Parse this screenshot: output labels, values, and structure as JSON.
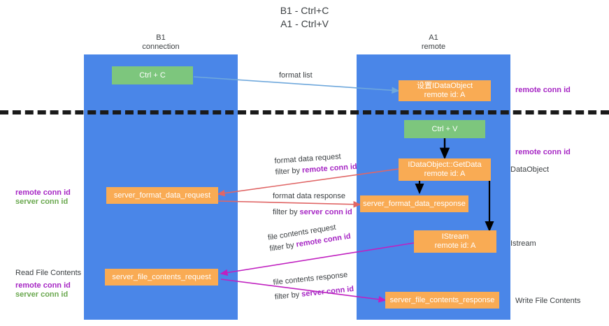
{
  "title": "B1 - Ctrl+C\nA1 - Ctrl+V",
  "columns": {
    "left": "B1\nconnection",
    "right": "A1\nremote"
  },
  "colors": {
    "lane": "#4a86e8",
    "green_box": "#7dc67d",
    "orange_box": "#f9ab54",
    "purple_text": "#a626c4",
    "green_text": "#6aa84f",
    "blue_arrow": "#6fa8dc",
    "red_arrow": "#e06666",
    "magenta_arrow": "#c020c0",
    "black_arrow": "#000000",
    "divider": "#1a1a1a"
  },
  "boxes": {
    "ctrl_c": "Ctrl + C",
    "ctrl_v": "Ctrl + V",
    "set_dataobject_line1": "设置IDataObject",
    "set_dataobject_line2": "remote id: A",
    "getdata_line1": "IDataObject::GetData",
    "getdata_line2": "remote id: A",
    "istream_line1": "IStream",
    "istream_line2": "remote id: A",
    "server_format_data_request": "server_format_data_request",
    "server_format_data_response": "server_format_data_response",
    "server_file_contents_request": "server_file_contents_request",
    "server_file_contents_response": "server_file_contents_response"
  },
  "arrow_labels": {
    "format_list": "format list",
    "format_data_request": "format data request",
    "format_data_request_filter_prefix": "filter by ",
    "format_data_request_filter_key": "remote conn id",
    "format_data_response": "format data response",
    "format_data_response_filter_prefix": "filter by ",
    "format_data_response_filter_key": "server conn id",
    "file_contents_request": "file contents request",
    "file_contents_request_filter_prefix": "filter by ",
    "file_contents_request_filter_key": "remote conn id",
    "file_contents_response": "file contents response",
    "file_contents_response_filter_prefix": "filter by ",
    "file_contents_response_filter_key": "server conn id"
  },
  "side_labels": {
    "right_remote_conn_id_top": "remote conn id",
    "right_remote_conn_id_mid": "remote conn id",
    "right_dataobject": "DataObject",
    "right_istream": "Istream",
    "right_write_file_contents": "Write File Contents",
    "left_remote_conn_id": "remote conn id",
    "left_server_conn_id": "server conn id",
    "left_read_file_contents": "Read File Contents",
    "left_bottom_remote_conn_id": "remote conn id",
    "left_bottom_server_conn_id": "server conn id"
  }
}
